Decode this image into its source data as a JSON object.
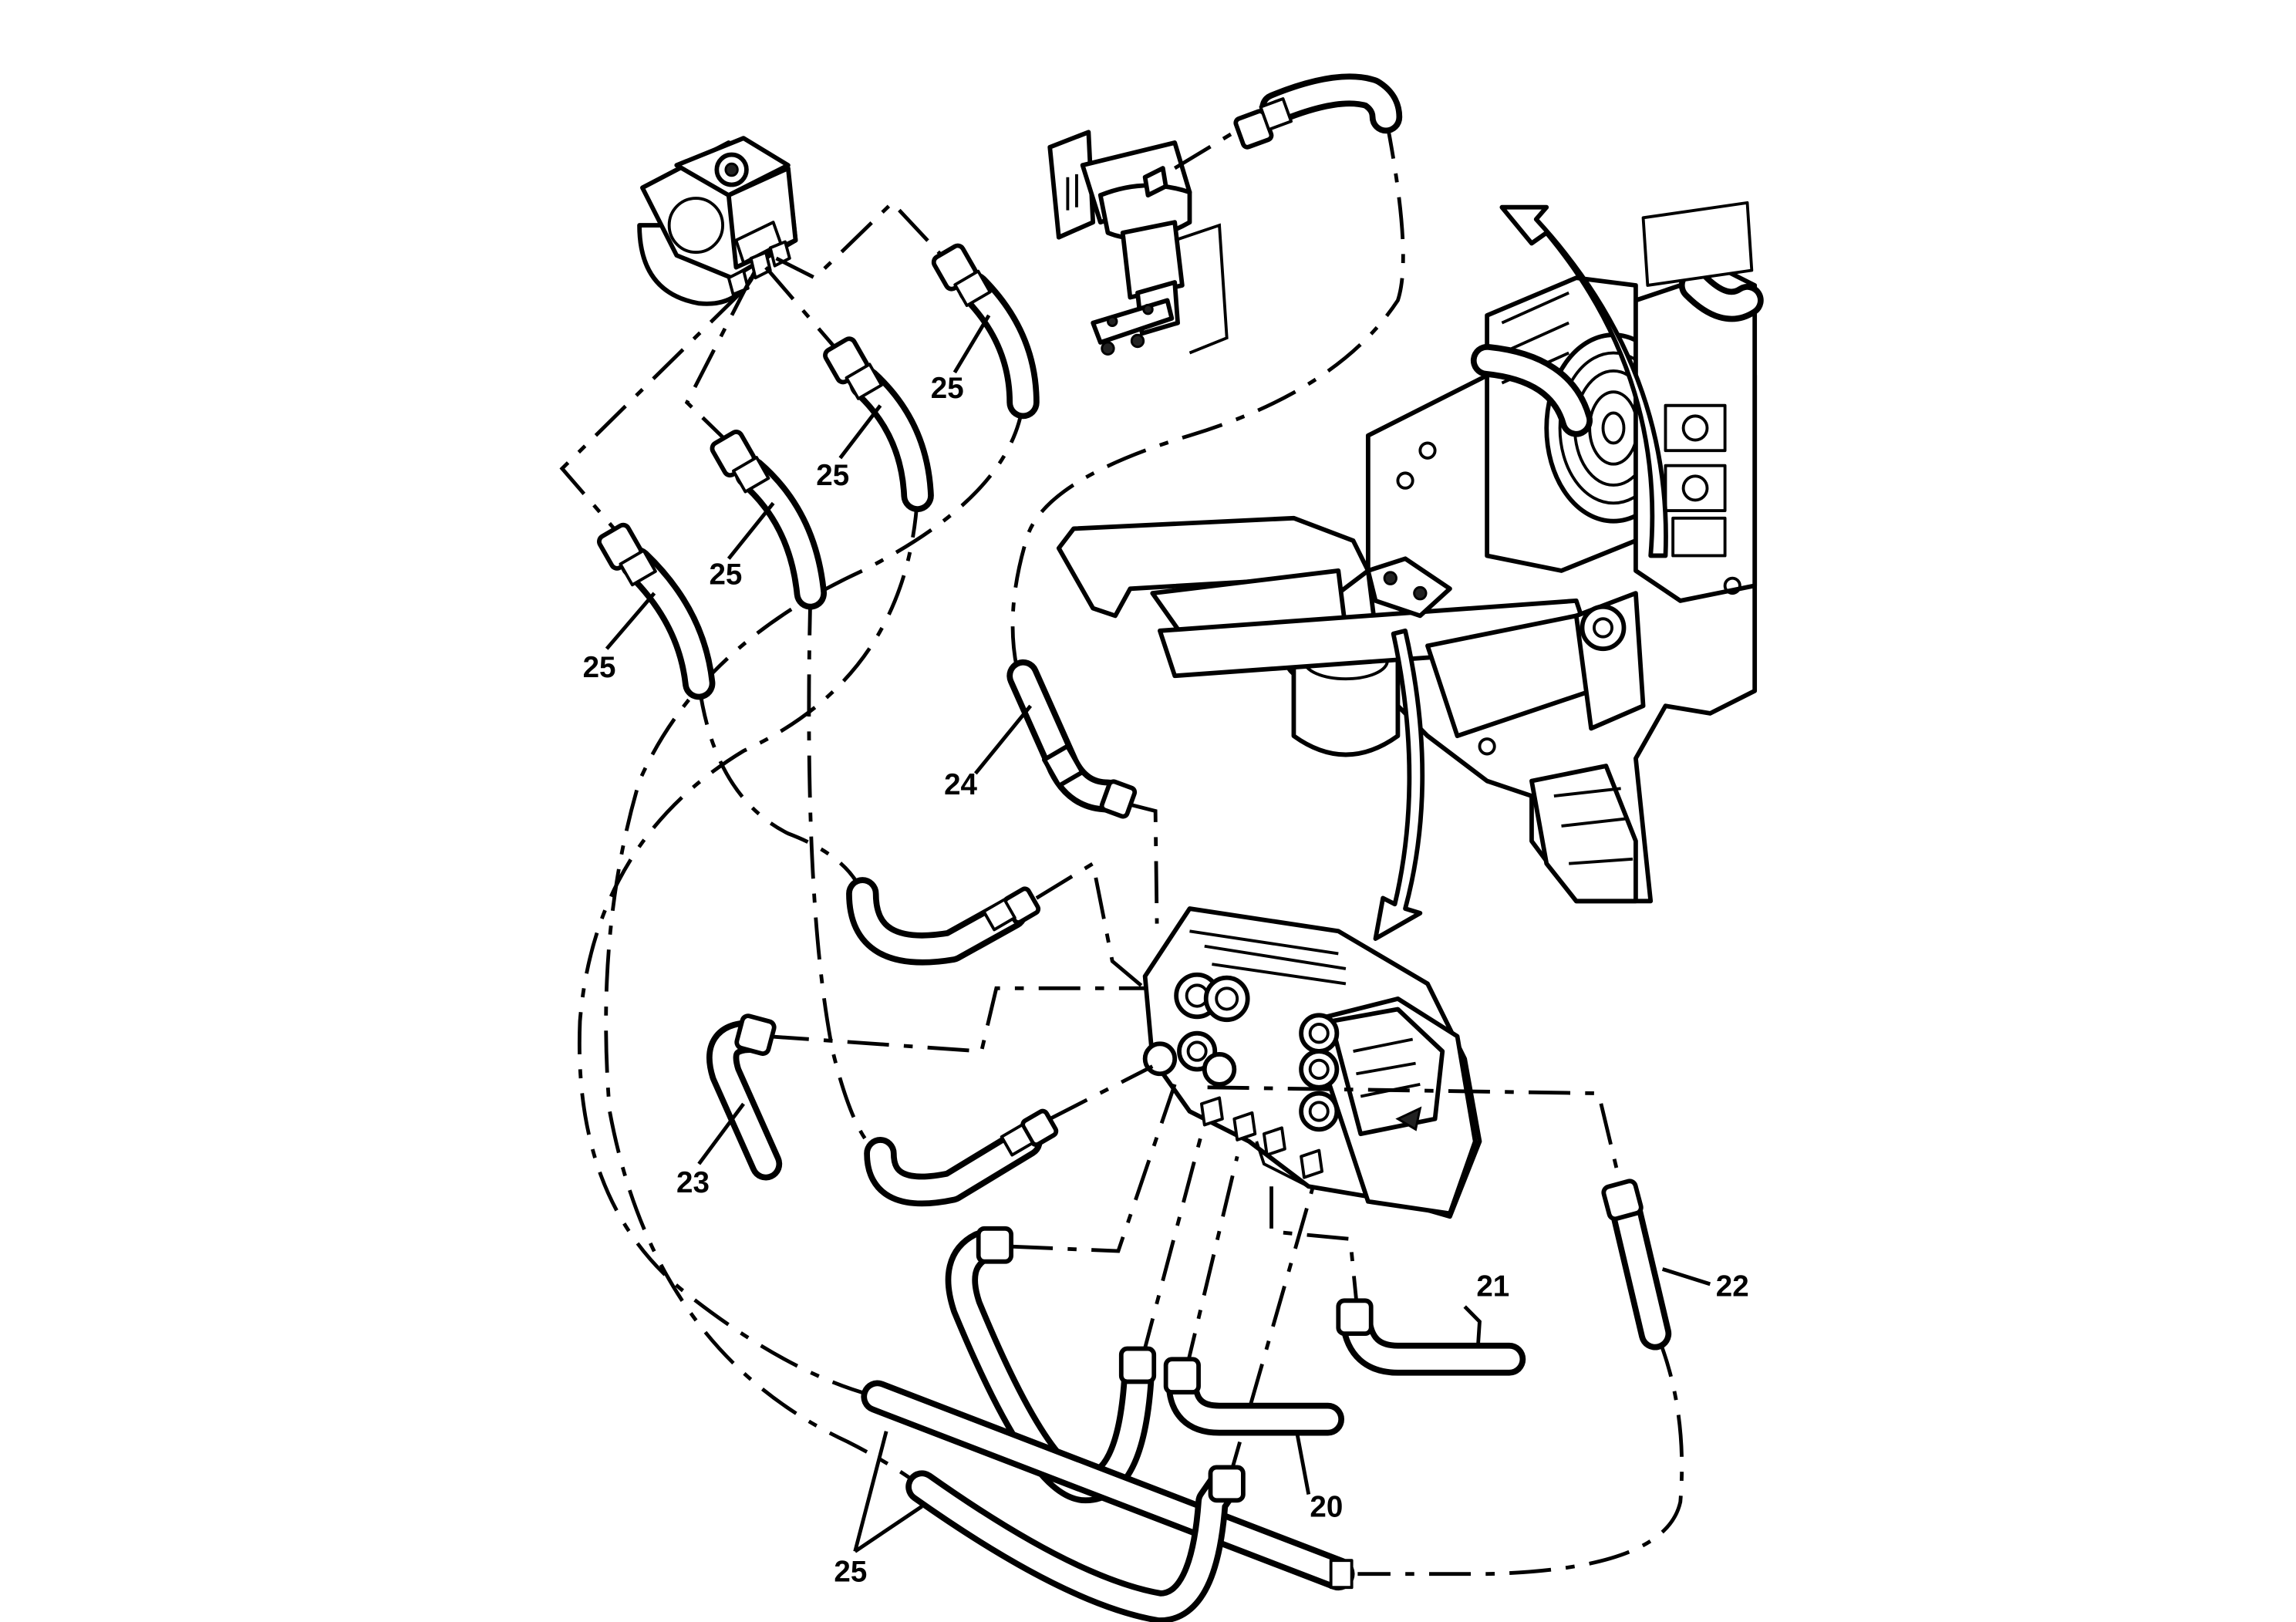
{
  "callouts": {
    "c20": "20",
    "c21": "21",
    "c22": "22",
    "c23": "23",
    "c24": "24",
    "c25a": "25",
    "c25b": "25",
    "c25c": "25",
    "c25d": "25",
    "c25e": "25"
  },
  "colors": {
    "line": "#000000",
    "background": "#ffffff"
  }
}
